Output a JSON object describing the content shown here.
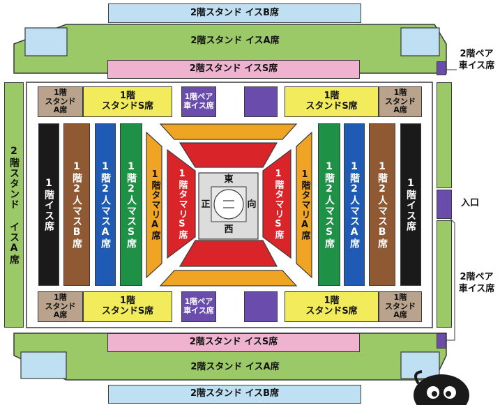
{
  "colors": {
    "stand_b": "#bfe0f3",
    "stand_a": "#9bc968",
    "stand_s": "#efb3cf",
    "stand1_s": "#f2ec5c",
    "stand1_a": "#b9a38c",
    "pair": "#6a4cad",
    "box_s": "#1e9146",
    "box_a": "#1f5bb4",
    "box_b": "#8f5a33",
    "chair1": "#1a1a1a",
    "tamari_a": "#f0a423",
    "tamari_s": "#d9242a",
    "entrance": "#6a4cad"
  },
  "labels": {
    "b2_stand_b": "2階スタンド イスB席",
    "b2_stand_a": "2階スタンド イスA席",
    "b2_stand_s": "2階スタンド イスS席",
    "b2_stand_a_side": "2階スタンド イスA席",
    "stand1_s": "1階\nスタンドS席",
    "stand1_a": "1階\nスタンド\nA席",
    "pair_inner": "1階ペア\n車イス席",
    "pair_outer": "2階ペア\n車イス席",
    "entrance": "入口",
    "chair1": "1階イス席",
    "box_b": "1階2人マスB席",
    "box_a": "1階2人マスA席",
    "box_s": "1階2人マスS席",
    "tamari_a": "1階タマリA席",
    "tamari_s": "1階タマリS席",
    "dir_east": "東",
    "dir_west": "西",
    "dir_south": "向",
    "dir_north": "正"
  }
}
